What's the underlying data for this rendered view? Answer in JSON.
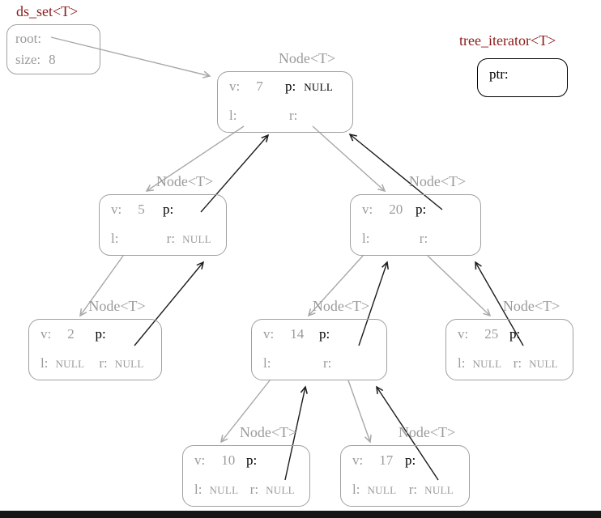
{
  "colors": {
    "type_label": "#8b1a1a",
    "muted_text": "#9b9b9b",
    "muted_border": "#a0a0a0",
    "emphasis_text": "#000000",
    "edge_muted": "#a8a8a8",
    "edge_emphasis": "#1c1c1c",
    "bottom_bar": "#161616",
    "background": "#ffffff"
  },
  "ds_set": {
    "type_label": "ds_set<T>",
    "root_label": "root:",
    "size_label": "size:",
    "size_value": "8"
  },
  "iterator": {
    "type_label": "tree_iterator<T>",
    "ptr_label": "ptr:"
  },
  "labels": {
    "node_type": "Node<T>",
    "v": "v:",
    "p": "p:",
    "l": "l:",
    "r": "r:"
  },
  "nodes": [
    {
      "name": "node-7",
      "v": "7",
      "p": "NULL",
      "l": "",
      "r": ""
    },
    {
      "name": "node-5",
      "v": "5",
      "p": "",
      "l": "",
      "r": "NULL"
    },
    {
      "name": "node-20",
      "v": "20",
      "p": "",
      "l": "",
      "r": ""
    },
    {
      "name": "node-2",
      "v": "2",
      "p": "",
      "l": "NULL",
      "r": "NULL"
    },
    {
      "name": "node-14",
      "v": "14",
      "p": "",
      "l": "",
      "r": ""
    },
    {
      "name": "node-25",
      "v": "25",
      "p": "",
      "l": "NULL",
      "r": "NULL"
    },
    {
      "name": "node-10",
      "v": "10",
      "p": "",
      "l": "NULL",
      "r": "NULL"
    },
    {
      "name": "node-17",
      "v": "17",
      "p": "",
      "l": "NULL",
      "r": "NULL"
    }
  ]
}
